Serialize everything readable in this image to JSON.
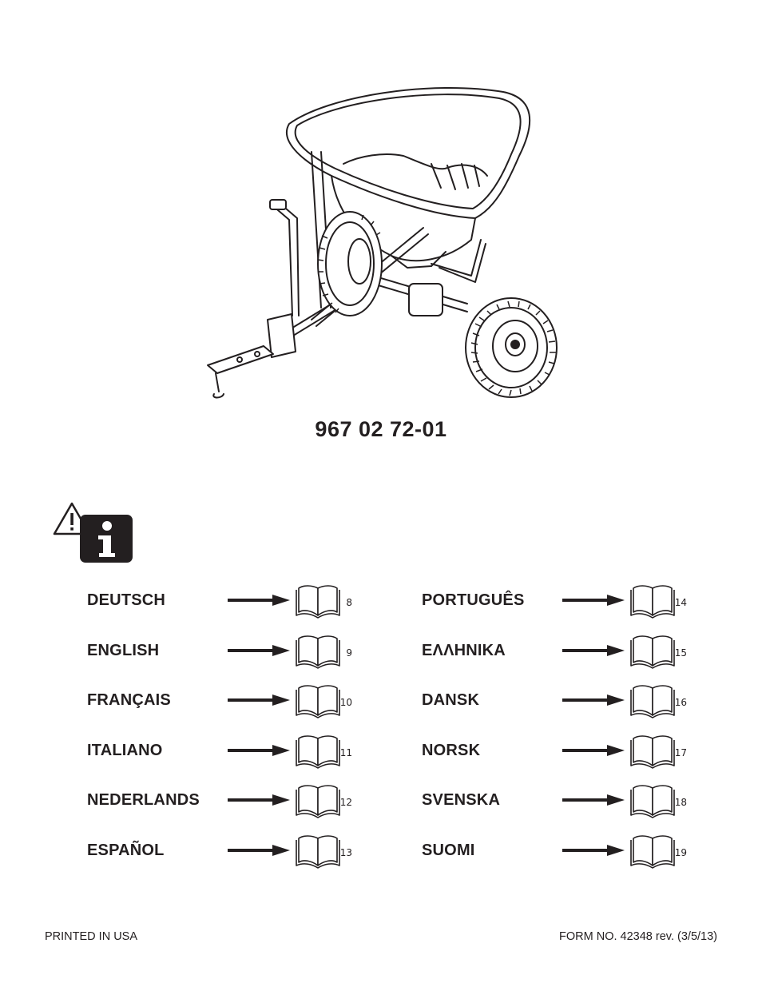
{
  "model_number": "967 02 72-01",
  "languages_left": [
    {
      "label": "DEUTSCH",
      "page": "8"
    },
    {
      "label": "ENGLISH",
      "page": "9"
    },
    {
      "label": "FRANÇAIS",
      "page": "10"
    },
    {
      "label": "ITALIANO",
      "page": "11"
    },
    {
      "label": "NEDERLANDS",
      "page": "12"
    },
    {
      "label": "ESPAÑOL",
      "page": "13"
    }
  ],
  "languages_right": [
    {
      "label": "PORTUGUÊS",
      "page": "14"
    },
    {
      "label": "ΕΛΛΗΝΙΚΑ",
      "page": "15"
    },
    {
      "label": "DANSK",
      "page": "16"
    },
    {
      "label": "NORSK",
      "page": "17"
    },
    {
      "label": "SVENSKA",
      "page": "18"
    },
    {
      "label": "SUOMI",
      "page": "19"
    }
  ],
  "footer": {
    "left": "PRINTED IN USA",
    "right": "FORM NO. 42348 rev. (3/5/13)"
  },
  "icons": {
    "illustration": "tow-behind-spreader-illustration",
    "warning": "warning-triangle-icon",
    "info": "info-icon",
    "arrow": "right-arrow-icon",
    "book": "open-book-icon"
  }
}
